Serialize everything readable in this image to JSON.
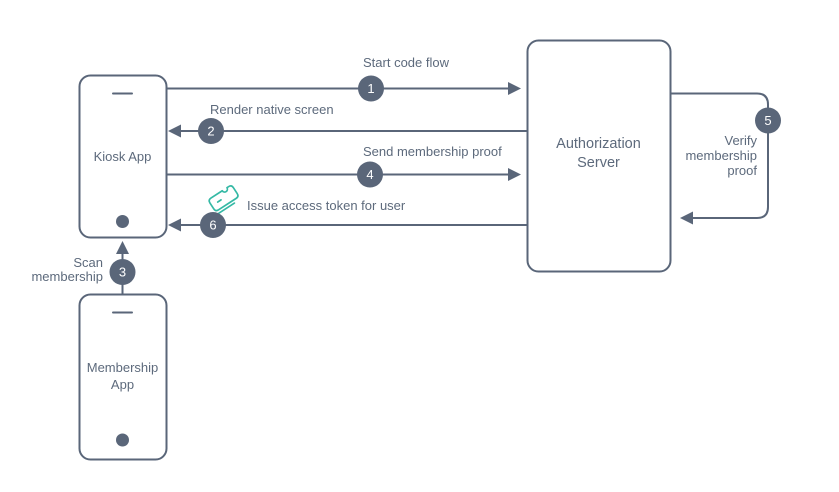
{
  "colors": {
    "stroke": "#5a6679",
    "text": "#5d6a7c",
    "ticket": "#35b9a5",
    "badge_text": "#ffffff",
    "background": "#ffffff"
  },
  "icons": {
    "step6_label_icon": "ticket-icon",
    "phone_top": "speaker-dash-icon",
    "phone_bottom": "home-button-icon"
  },
  "nodes": {
    "kiosk_app": {
      "label": "Kiosk App"
    },
    "membership_app": {
      "label_line1": "Membership",
      "label_line2": "App"
    },
    "authorization_server": {
      "label_line1": "Authorization",
      "label_line2": "Server"
    }
  },
  "steps": {
    "s1": {
      "number": "1",
      "label": "Start code flow"
    },
    "s2": {
      "number": "2",
      "label": "Render native screen"
    },
    "s3": {
      "number": "3",
      "label_line1": "Scan",
      "label_line2": "membership"
    },
    "s4": {
      "number": "4",
      "label": "Send membership proof"
    },
    "s5": {
      "number": "5",
      "label_line1": "Verify",
      "label_line2": "membership",
      "label_line3": "proof"
    },
    "s6": {
      "number": "6",
      "label": "Issue access token for user"
    }
  }
}
